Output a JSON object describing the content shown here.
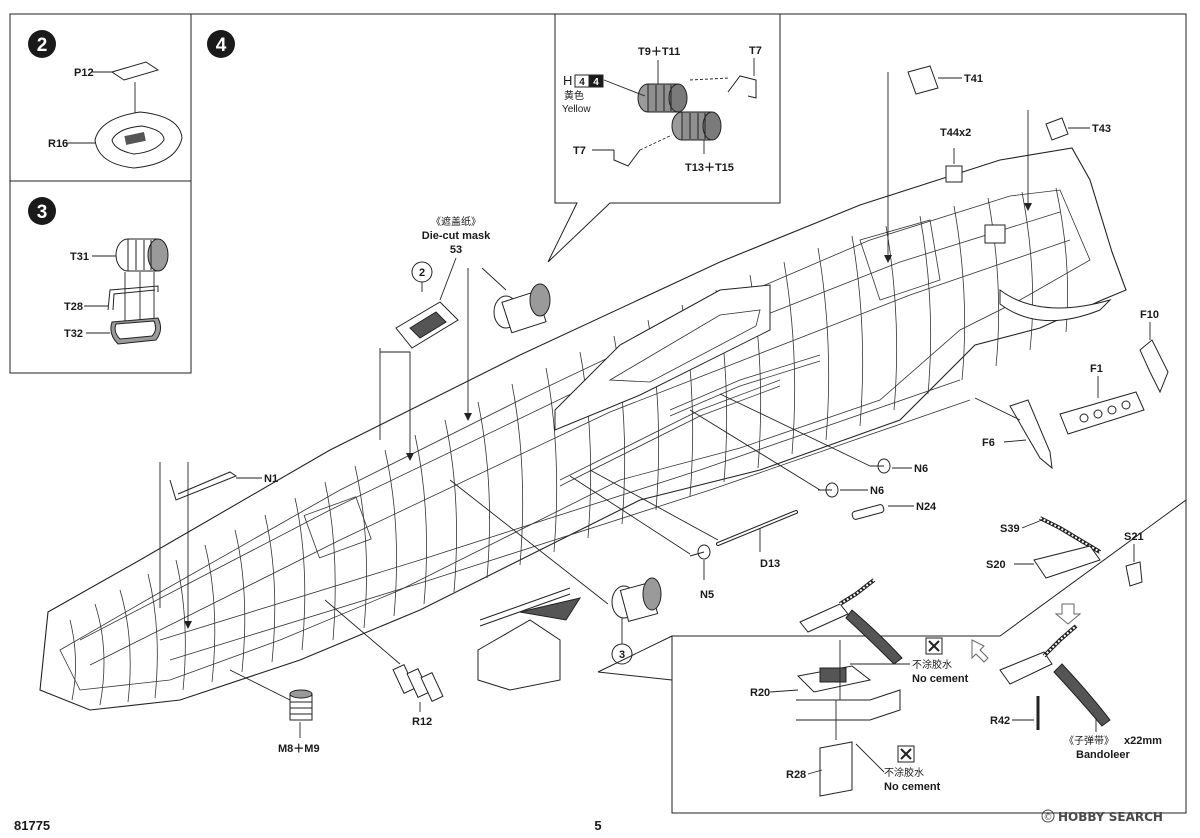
{
  "steps": {
    "step2": {
      "number": "2",
      "parts": {
        "p12": "P12",
        "r16": "R16"
      }
    },
    "step3": {
      "number": "3",
      "parts": {
        "t31": "T31",
        "t28": "T28",
        "t32": "T32"
      }
    },
    "step4": {
      "number": "4"
    }
  },
  "callout_top": {
    "t9_t11": "T9＋T11",
    "t7_right": "T7",
    "t7_left": "T7",
    "t13_t15": "T13＋T15",
    "paint_code_letter": "H",
    "paint_code_a": "4",
    "paint_code_b": "4",
    "color_cn": "黄色",
    "color_en": "Yellow"
  },
  "mask": {
    "label_cn": "《遮盖纸》",
    "label_en": "Die-cut mask",
    "number": "53",
    "ref_circle": "2"
  },
  "parts": {
    "t41": "T41",
    "t44": "T44x2",
    "t43": "T43",
    "f10": "F10",
    "f1": "F1",
    "f6": "F6",
    "n1": "N1",
    "n6_a": "N6",
    "n6_b": "N6",
    "n24": "N24",
    "d13": "D13",
    "n5": "N5",
    "r12": "R12",
    "m8_m9": "M8＋M9",
    "ref_circle3": "3"
  },
  "callout_bottom": {
    "s39": "S39",
    "s21": "S21",
    "s20": "S20",
    "r20": "R20",
    "r28": "R28",
    "r42": "R42",
    "no_cement_cn_1": "不涂胶水",
    "no_cement_en_1": "No cement",
    "no_cement_cn_2": "不涂胶水",
    "no_cement_en_2": "No cement",
    "bandoleer_cn": "《子弹带》",
    "bandoleer_qty": "x22mm",
    "bandoleer_en": "Bandoleer"
  },
  "footer": {
    "kit_number": "81775",
    "page_number": "5",
    "watermark": "HOBBY SEARCH",
    "watermark_badge": "©"
  },
  "icons": {
    "no_cement": "x-in-box-icon",
    "flow_arrow": "hollow-down-arrow-icon",
    "flow_arrow_side": "hollow-diagonal-arrow-icon"
  }
}
